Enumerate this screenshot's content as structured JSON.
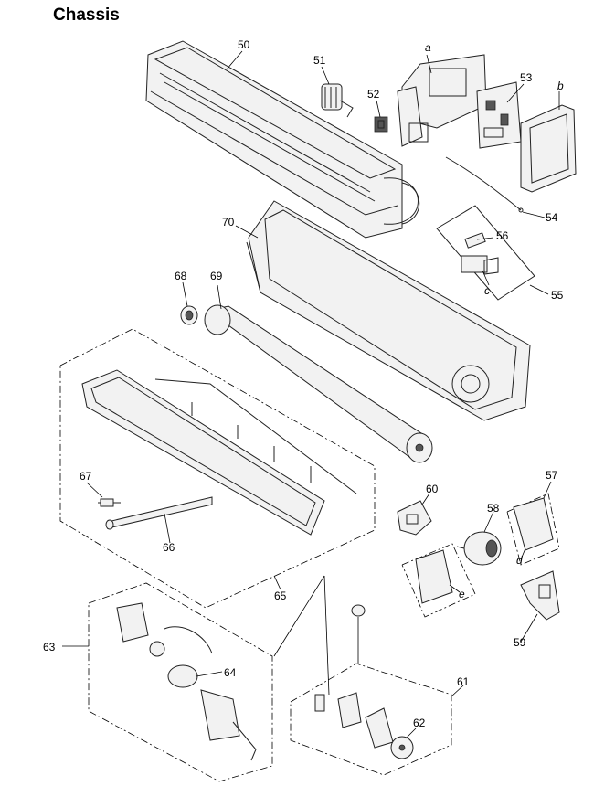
{
  "title": "Chassis",
  "callouts": {
    "n50": "50",
    "n51": "51",
    "n52": "52",
    "a": "a",
    "n53": "53",
    "b": "b",
    "n54": "54",
    "n56": "56",
    "n55": "55",
    "c": "c",
    "n70": "70",
    "n68": "68",
    "n69": "69",
    "n67": "67",
    "n66": "66",
    "n65": "65",
    "n60": "60",
    "n58": "58",
    "n57": "57",
    "d": "d",
    "e": "e",
    "n59": "59",
    "n63": "63",
    "n64": "64",
    "n61": "61",
    "n62": "62"
  }
}
